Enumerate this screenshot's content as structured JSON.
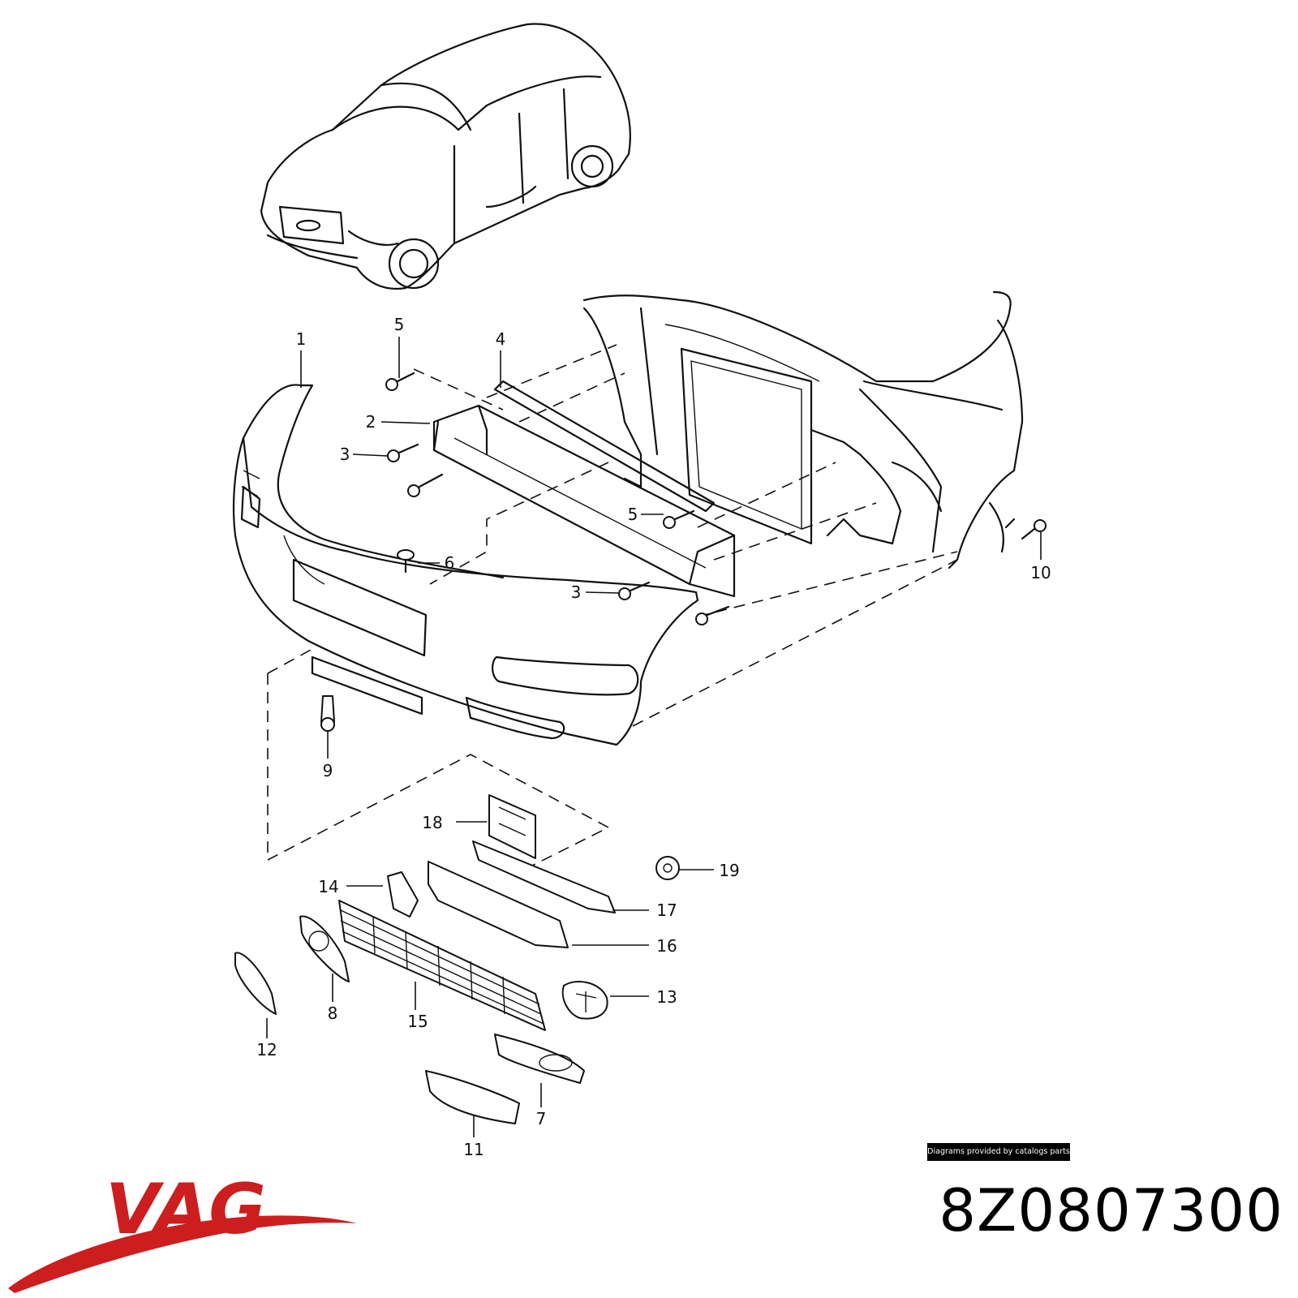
{
  "diagram": {
    "callouts": [
      "1",
      "2",
      "3",
      "3",
      "4",
      "5",
      "5",
      "6",
      "7",
      "8",
      "9",
      "10",
      "11",
      "12",
      "13",
      "14",
      "15",
      "16",
      "17",
      "18",
      "19"
    ]
  },
  "footer": {
    "credit": "Diagrams provided by catalogs parts",
    "brand": "VAG",
    "part_number": "8Z0807300"
  },
  "colors": {
    "brand_red": "#cc1e1e",
    "ink": "#111111"
  }
}
